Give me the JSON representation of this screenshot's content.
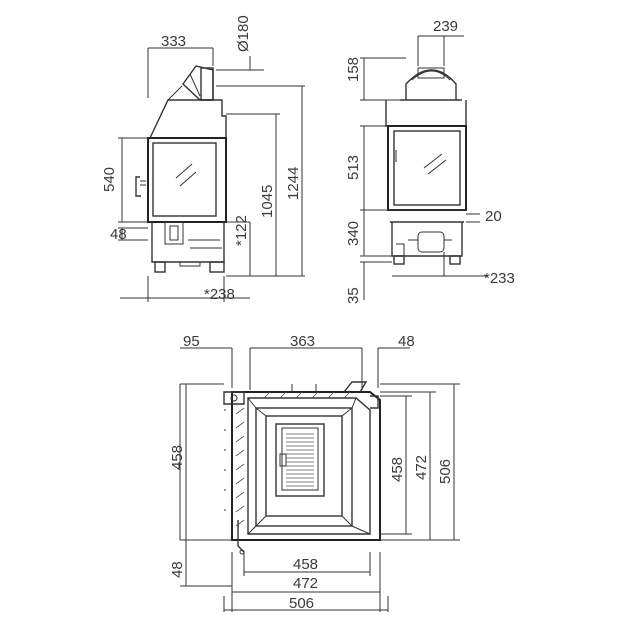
{
  "side_view": {
    "width_flue": "333",
    "diameter": "Ø180",
    "glass_height": "540",
    "base_height": "48",
    "height_122": "*122",
    "height_1045": "1045",
    "height_1244": "1244",
    "depth_238": "*238"
  },
  "front_view": {
    "flue_width": "239",
    "flue_height": "158",
    "door_height": "513",
    "lower_height": "340",
    "foot_height": "35",
    "offset_20": "20",
    "inlet_233": "*233"
  },
  "plan_view": {
    "left_95": "95",
    "top_363": "363",
    "right_48": "48",
    "left_458": "458",
    "left_48": "48",
    "right_458": "458",
    "right_472": "472",
    "right_506": "506",
    "bottom_458": "458",
    "bottom_472": "472",
    "bottom_506": "506"
  }
}
